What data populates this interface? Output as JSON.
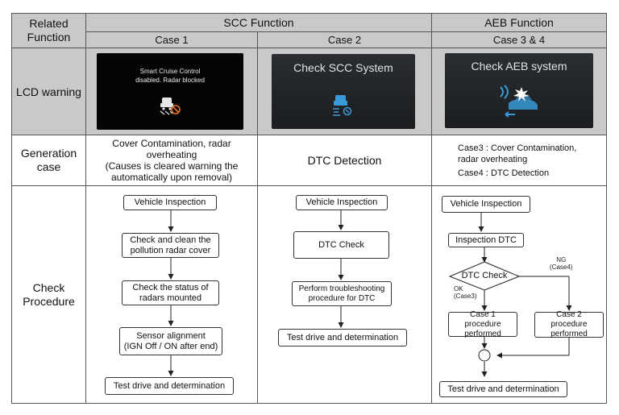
{
  "header": {
    "related_function": "Related Function",
    "scc_function": "SCC Function",
    "aeb_function": "AEB Function",
    "case1": "Case 1",
    "case2": "Case 2",
    "case34": "Case 3 & 4"
  },
  "rows": {
    "lcd_warning": "LCD warning",
    "generation_case": "Generation case",
    "check_procedure": "Check Procedure"
  },
  "lcd": {
    "case1_line1": "Smart Cruise Control",
    "case1_line2": "disabled. Radar blocked",
    "case2": "Check SCC System",
    "case34": "Check AEB system"
  },
  "generation": {
    "case1_line1": "Cover Contamination, radar overheating",
    "case1_line2": "(Causes is cleared warning the",
    "case1_line3": "automatically upon removal)",
    "case2": "DTC Detection",
    "case34_line1": "Case3 : Cover Contamination,",
    "case34_line2": "radar overheating",
    "case34_line3": "Case4 : DTC Detection"
  },
  "flow1": {
    "step1": "Vehicle Inspection",
    "step2_line1": "Check and clean the",
    "step2_line2": "pollution radar cover",
    "step3_line1": "Check the status of",
    "step3_line2": "radars mounted",
    "step4_line1": "Sensor alignment",
    "step4_line2": "(IGN Off / ON after end)",
    "step5": "Test drive and determination"
  },
  "flow2": {
    "step1": "Vehicle Inspection",
    "step2": "DTC Check",
    "step3_line1": "Perform troubleshooting",
    "step3_line2": "procedure for DTC",
    "step4": "Test drive and determination"
  },
  "flow3": {
    "step1": "Vehicle Inspection",
    "step2": "Inspection DTC",
    "decision": "DTC Check",
    "ok_line1": "OK",
    "ok_line2": "(Case3)",
    "ng_line1": "NG",
    "ng_line2": "(Case4)",
    "case1_line1": "Case 1 procedure",
    "case1_line2": "performed",
    "case2_line1": "Case 2 procedure",
    "case2_line2": "performed",
    "final": "Test drive and determination"
  }
}
